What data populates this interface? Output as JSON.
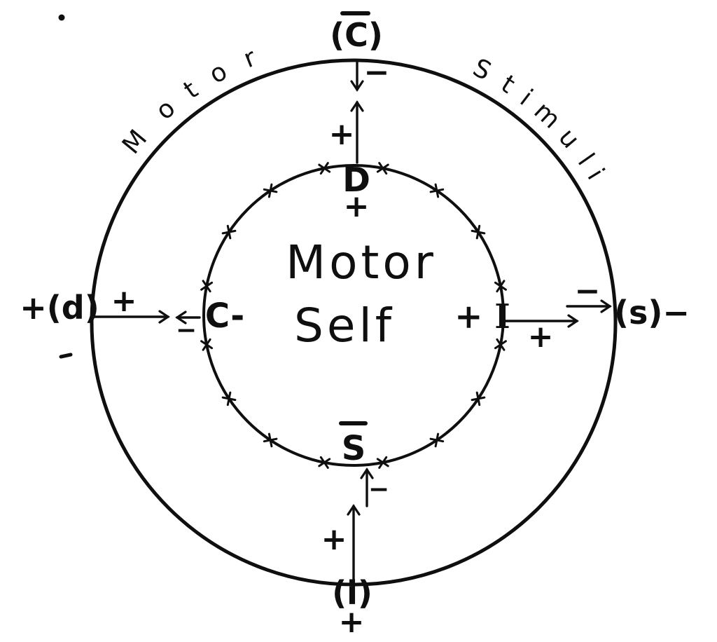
{
  "arc_labels": {
    "left": "Motor",
    "right": "Stimuli"
  },
  "center": {
    "line1": "Motor",
    "line2": "Self"
  },
  "top": {
    "outer_label": "(C)",
    "outer_label_overbar": true,
    "outer_arrow_sign": "−",
    "inner_arrow_sign": "+",
    "boundary_label": "D",
    "boundary_sign": "+"
  },
  "left": {
    "outer_label": "+(d)",
    "outer_arrow_sign": "+",
    "inner_arrow_sign": "−",
    "boundary_label": "C-"
  },
  "right": {
    "boundary_label": "+ I",
    "inner_arrow_sign": "+",
    "outer_arrow_sign": "−",
    "outer_label": "(s)−"
  },
  "bottom": {
    "boundary_label": "S",
    "boundary_label_overbar": true,
    "inner_arrow_sign": "−",
    "outer_arrow_sign": "+",
    "outer_label": "(i)",
    "outer_sign": "+"
  },
  "inner_ring": {
    "tick_glyph": "x",
    "tick_count": 16
  }
}
